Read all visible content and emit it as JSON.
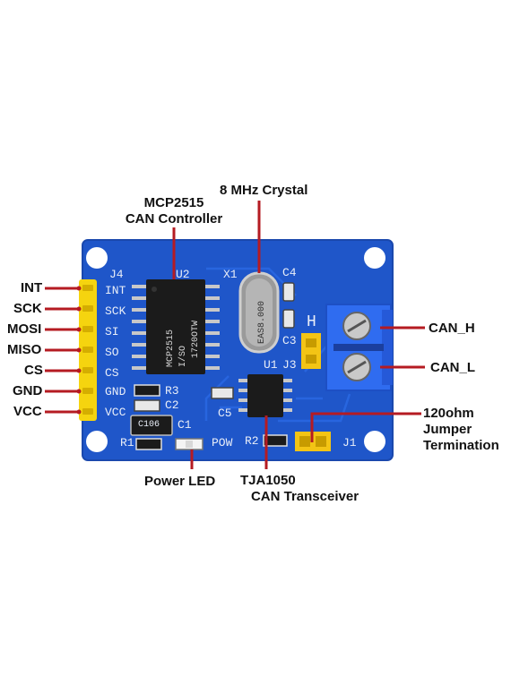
{
  "colors": {
    "pcb": "#1f56c9",
    "pcb_edge": "#1a48ad",
    "trace": "#2a68e3",
    "header_pins": "#f5d40f",
    "terminal_block": "#2f6cf0",
    "jumper": "#f3c415",
    "callout_line": "#b51b22",
    "chip": "#1b1b1b",
    "silkscreen": "#e9eef8"
  },
  "icons": {
    "pin_header": "yellow-pin-header-icon",
    "screw_terminal": "screw-terminal-icon",
    "crystal": "crystal-oscillator-icon",
    "ic": "ic-chip-icon",
    "mounting_hole": "mounting-hole-icon",
    "led": "led-icon"
  },
  "callouts": {
    "pins": [
      "INT",
      "SCK",
      "MOSI",
      "MISO",
      "CS",
      "GND",
      "VCC"
    ],
    "crystal": "8 MHz Crystal",
    "controller_line1": "MCP2515",
    "controller_line2": "CAN Controller",
    "can_h": "CAN_H",
    "can_l": "CAN_L",
    "jumper_line1": "120ohm",
    "jumper_line2": "Jumper",
    "jumper_line3": "Termination",
    "power_led": "Power LED",
    "transceiver_line1": "TJA1050",
    "transceiver_line2": "CAN Transceiver"
  },
  "silkscreen": {
    "header_ref": "J4",
    "header_pins": [
      "INT",
      "SCK",
      "SI",
      "SO",
      "CS",
      "GND",
      "VCC"
    ],
    "u2": "U2",
    "x1": "X1",
    "c4": "C4",
    "c3": "C3",
    "h": "H",
    "j3": "J3",
    "u1": "U1",
    "r3": "R3",
    "c2": "C2",
    "c5": "C5",
    "c1": "C1",
    "r1": "R1",
    "pow": "POW",
    "r2": "R2",
    "j1": "J1",
    "cap_marking": "C106",
    "crystal_marking": "EAS8.000",
    "u2_marking_1": "MCP2515",
    "u2_marking_2": "I/SO",
    "u2_marking_3": "1720OTW"
  }
}
